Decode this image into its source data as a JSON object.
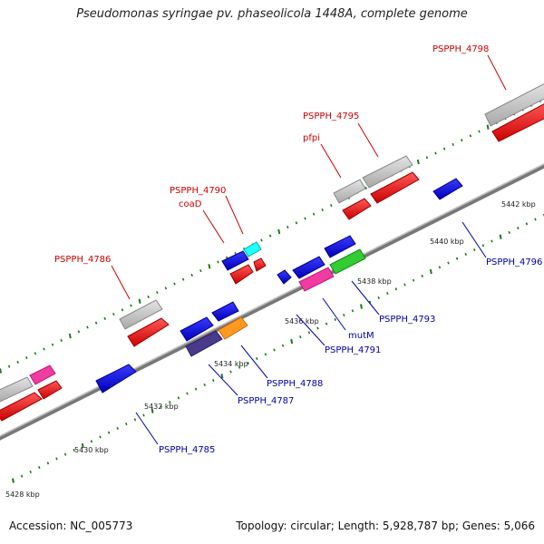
{
  "title": "Pseudomonas syringae pv. phaseolicola 1448A, complete genome",
  "footer": {
    "accession": "Accession: NC_005773",
    "topology": "Topology: circular; Length: 5,928,787 bp; Genes: 5,066"
  },
  "colors": {
    "label_forward": "#cc0000",
    "label_reverse": "#0000aa",
    "tick_major": "#1a7a1a",
    "tick_minor": "#1a7a1a",
    "backbone": "#888888"
  },
  "scale_labels": [
    "5428 kbp",
    "5430 kbp",
    "5432 kbp",
    "5434 kbp",
    "5436 kbp",
    "5438 kbp",
    "5440 kbp",
    "5442 kbp"
  ],
  "forward_labels": [
    "PSPPH_4786",
    "PSPPH_4790",
    "coaD",
    "pfpi",
    "PSPPH_4795",
    "PSPPH_4798"
  ],
  "reverse_labels": [
    "PSPPH_4785",
    "PSPPH_4787",
    "PSPPH_4788",
    "PSPPH_4791",
    "mutM",
    "PSPPH_4793",
    "PSPPH_4796"
  ]
}
